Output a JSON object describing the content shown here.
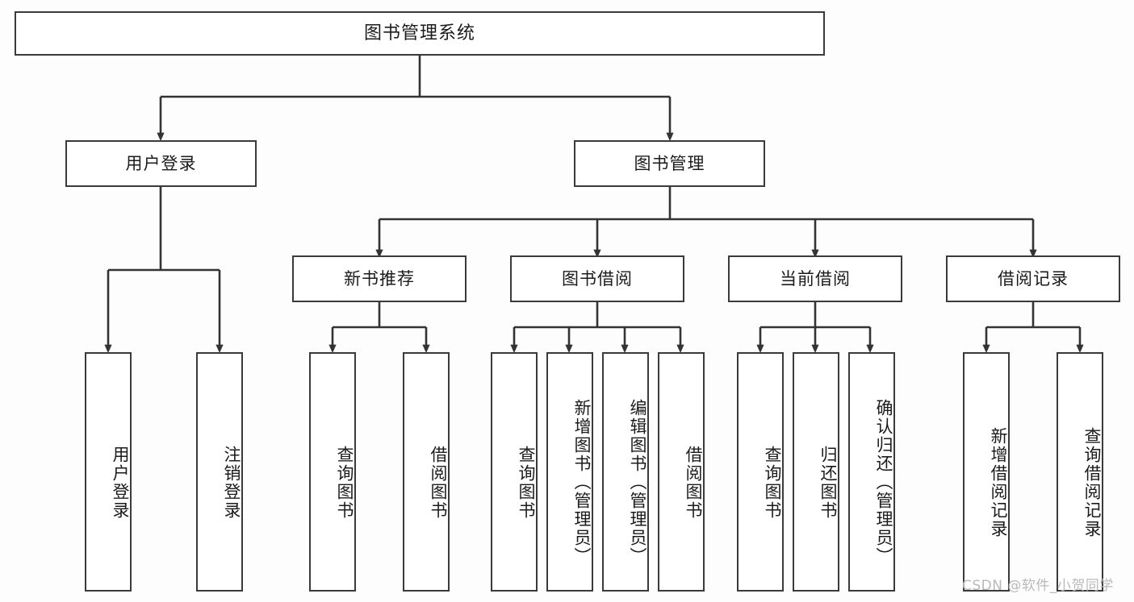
{
  "diagram": {
    "title": "图书管理系统",
    "type": "tree-hierarchy-chart",
    "orientation": "top-down",
    "colors": {
      "box_border": "#3a3a3a",
      "box_fill": "#ffffff",
      "connector": "#333333",
      "text": "#1b1b1b",
      "background": "#fdfdfd",
      "watermark": "#b9b9b9"
    }
  },
  "root": {
    "label": "图书管理系统"
  },
  "level2": [
    {
      "label": "用户登录"
    },
    {
      "label": "图书管理"
    }
  ],
  "level3": [
    {
      "label": "新书推荐"
    },
    {
      "label": "图书借阅"
    },
    {
      "label": "当前借阅"
    },
    {
      "label": "借阅记录"
    }
  ],
  "leaves": {
    "user_login": [
      {
        "label": "用户登录"
      },
      {
        "label": "注销登录"
      }
    ],
    "new_book_recommend": [
      {
        "label": "查询图书"
      },
      {
        "label": "借阅图书"
      }
    ],
    "book_borrow": [
      {
        "label": "查询图书"
      },
      {
        "label": "新增图书（管理员）"
      },
      {
        "label": "编辑图书（管理员）"
      },
      {
        "label": "借阅图书"
      }
    ],
    "current_borrow": [
      {
        "label": "查询图书"
      },
      {
        "label": "归还图书"
      },
      {
        "label": "确认归还（管理员）"
      }
    ],
    "borrow_record": [
      {
        "label": "新增借阅记录"
      },
      {
        "label": "查询借阅记录"
      }
    ]
  },
  "watermark": {
    "text": "CSDN @软件_小贺同学"
  }
}
